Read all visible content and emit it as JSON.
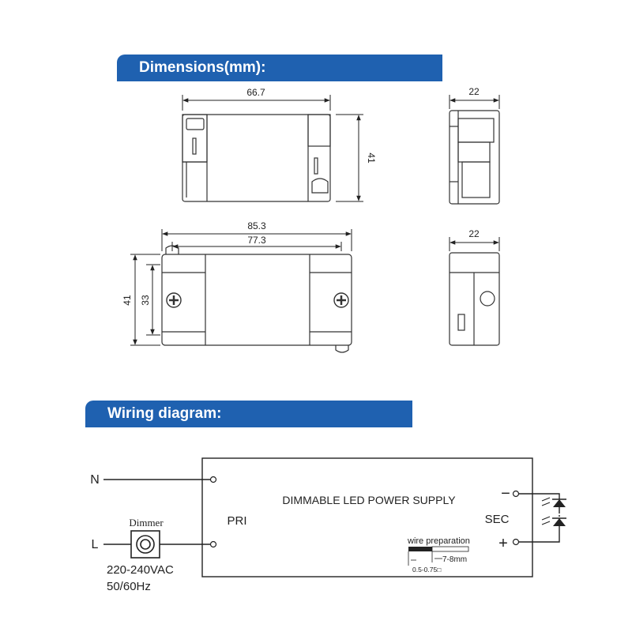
{
  "sections": {
    "dimensions_title": "Dimensions(mm):",
    "wiring_title": "Wiring diagram:"
  },
  "dimensions": {
    "top_width": "66.7",
    "top_height": "41",
    "top_side_width": "22",
    "bottom_total_width": "85.3",
    "bottom_inner_width": "77.3",
    "bottom_height_outer": "41",
    "bottom_height_inner": "33",
    "bottom_side_width": "22"
  },
  "wiring": {
    "n_label": "N",
    "l_label": "L",
    "dimmer_label": "Dimmer",
    "voltage": "220-240VAC",
    "frequency": "50/60Hz",
    "device_name": "DIMMABLE LED POWER SUPPLY",
    "pri_label": "PRI",
    "sec_label": "SEC",
    "minus_label": "−",
    "plus_label": "+",
    "wire_prep_label": "wire preparation",
    "strip_length": "7-8mm",
    "wire_gauge": "0.5-0.75□"
  },
  "colors": {
    "banner": "#1f61b0",
    "line": "#222222",
    "body_fill": "#ffffff"
  }
}
